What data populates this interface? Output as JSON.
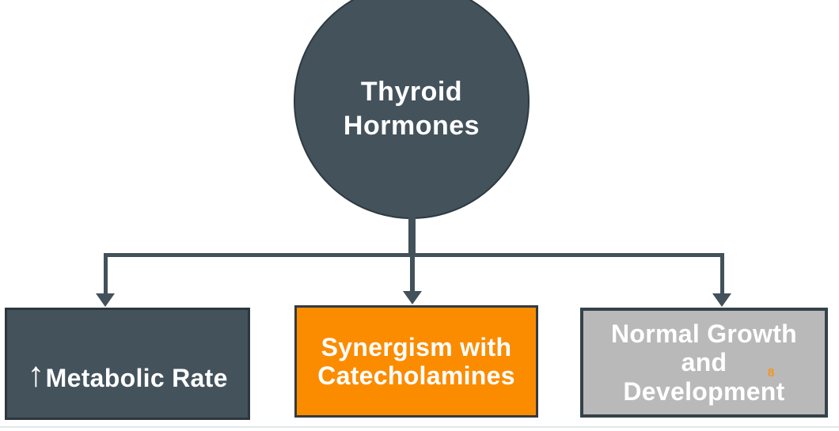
{
  "slide": {
    "root_node": {
      "label": "Thyroid\nHormones"
    },
    "branch_nodes": [
      {
        "arrow_prefix": "↑",
        "label": "Metabolic Rate",
        "variant": "dark"
      },
      {
        "label": "Synergism with\nCatecholamines",
        "variant": "orange"
      },
      {
        "label": "Normal Growth\nand\nDevelopment",
        "variant": "gray"
      }
    ],
    "slide_number": "8",
    "colors": {
      "dark_slate": "#43525B",
      "orange": "#FB8C00",
      "light_gray": "#B9B9B9",
      "connector": "#42515A",
      "slide_number_orange": "#F7941D",
      "text": "#FFFFFF"
    }
  }
}
